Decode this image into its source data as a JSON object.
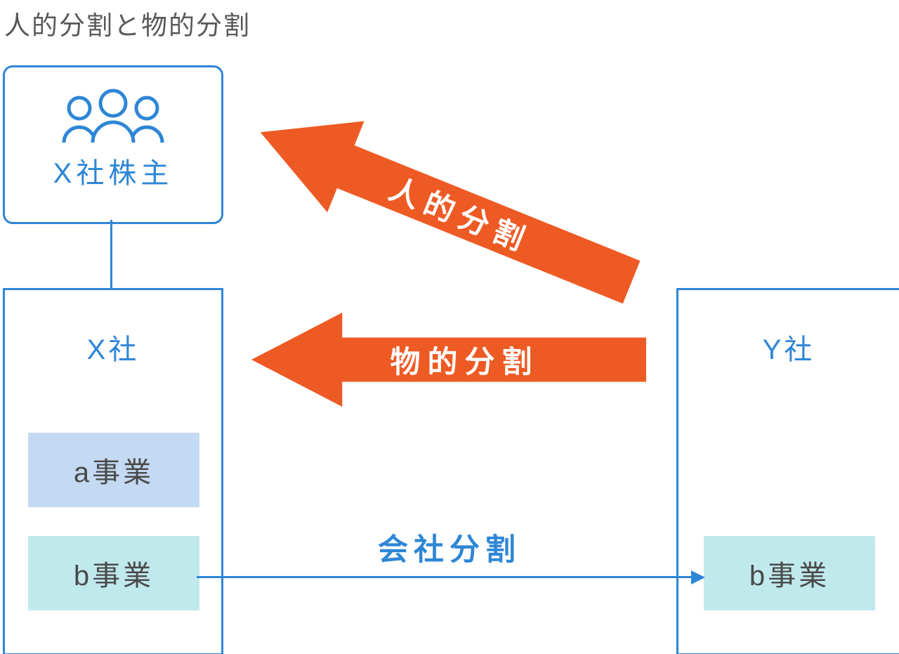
{
  "title": "人的分割と物的分割",
  "colors": {
    "blue": "#2e86d6",
    "orange": "#ee5a24",
    "light_blue_fill": "#c4daf2",
    "light_cyan_fill": "#c0e9ec",
    "title_text": "#595959",
    "business_text": "#4a4a4a",
    "arrow_text": "#ffffff"
  },
  "shareholders_box": {
    "icon": "people-icon",
    "label": "X社株主"
  },
  "x_company": {
    "label": "X社",
    "businesses": [
      {
        "label": "a事業"
      },
      {
        "label": "b事業"
      }
    ]
  },
  "y_company": {
    "label": "Y社",
    "businesses": [
      {
        "label": "b事業"
      }
    ]
  },
  "arrows": {
    "jinteki": {
      "label": "人的分割",
      "direction": "to-upper-left",
      "color": "#ee5a24"
    },
    "butteki": {
      "label": "物的分割",
      "direction": "to-left",
      "color": "#ee5a24"
    },
    "kaisha": {
      "label": "会社分割",
      "direction": "to-right",
      "color": "#2e86d6"
    }
  }
}
